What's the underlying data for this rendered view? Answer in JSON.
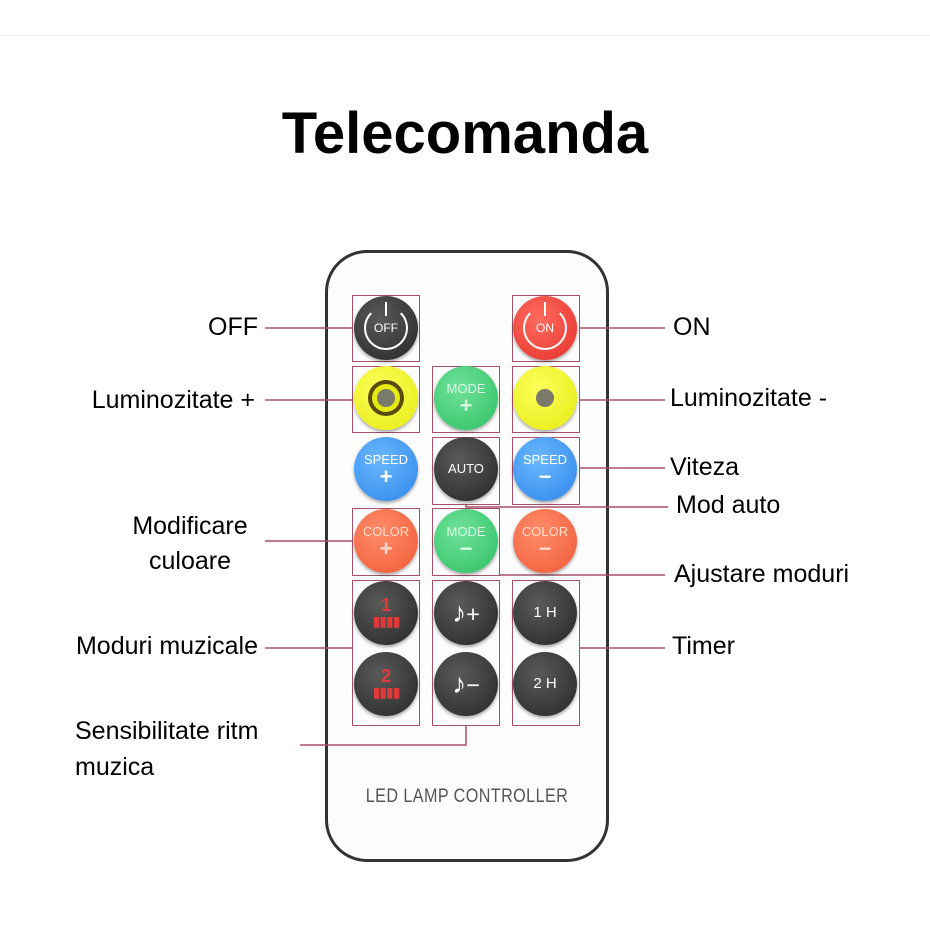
{
  "title": "Telecomanda",
  "remote": {
    "brand": "LED LAMP CONTROLLER",
    "buttons": {
      "off": "OFF",
      "on": "ON",
      "mode": "MODE",
      "speed": "SPEED",
      "auto": "AUTO",
      "color": "COLOR",
      "plus": "+",
      "minus": "−",
      "music1": "1",
      "music2": "2",
      "timer1": "1 H",
      "timer2": "2 H"
    }
  },
  "labels": {
    "off": "OFF",
    "on": "ON",
    "brightness_up": "Luminozitate +",
    "brightness_down": "Luminozitate -",
    "speed": "Viteza",
    "auto_mode": "Mod auto",
    "color_change_1": "Modificare",
    "color_change_2": "culoare",
    "adjust_modes": "Ajustare moduri",
    "music_modes": "Moduri muzicale",
    "timer": "Timer",
    "sensitivity_1": "Sensibilitate ritm",
    "sensitivity_2": "muzica"
  },
  "colors": {
    "line": "#a8506a",
    "red": "#e5302a",
    "yellow": "#e6ea10",
    "green": "#2fbf62",
    "blue": "#2f86ea",
    "orange": "#f05a35"
  }
}
